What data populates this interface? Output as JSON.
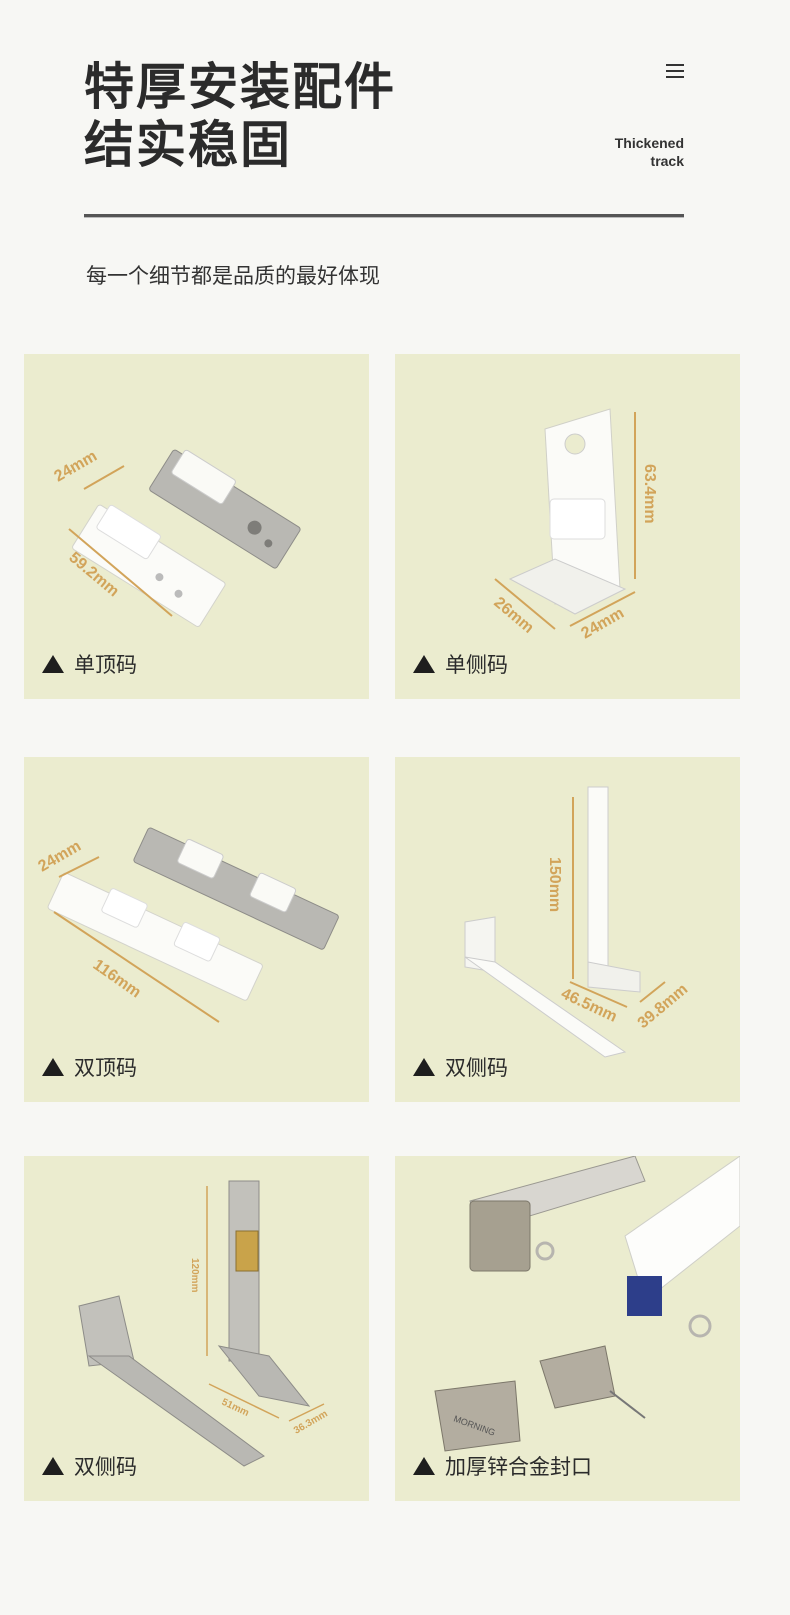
{
  "header": {
    "title_line1": "特厚安装配件",
    "title_line2": "结实稳固",
    "en_line1": "Thickened",
    "en_line2": "track",
    "subtitle": "每一个细节都是品质的最好体现"
  },
  "tiles": [
    {
      "caption": "单顶码",
      "dims": [
        "24mm",
        "59.2mm"
      ]
    },
    {
      "caption": "单侧码",
      "dims": [
        "63.4mm",
        "26mm",
        "24mm"
      ]
    },
    {
      "caption": "双顶码",
      "dims": [
        "24mm",
        "116mm"
      ]
    },
    {
      "caption": "双侧码",
      "dims": [
        "150mm",
        "46.5mm",
        "39.8mm"
      ]
    },
    {
      "caption": "双侧码",
      "dims": [
        "120mm",
        "51mm",
        "36.3mm"
      ]
    },
    {
      "caption": "加厚锌合金封口",
      "brand": "MORNING"
    }
  ],
  "colors": {
    "tile_bg": "#ebeccf",
    "dimension": "#d2a45a",
    "text": "#2b2b2b"
  }
}
